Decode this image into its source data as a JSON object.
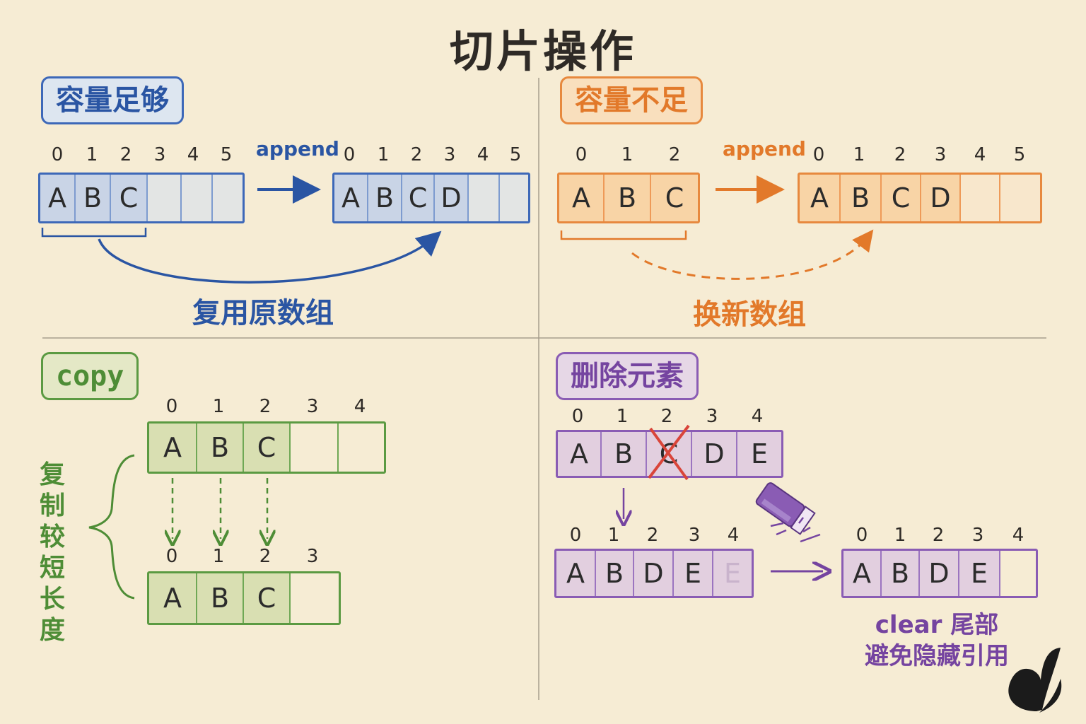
{
  "title": "切片操作",
  "panels": {
    "sufficient": {
      "tag": "容量足够",
      "append_label": "append",
      "before_indices": [
        "0",
        "1",
        "2",
        "3",
        "4",
        "5"
      ],
      "before_cells": [
        "A",
        "B",
        "C",
        "",
        "",
        ""
      ],
      "after_indices": [
        "0",
        "1",
        "2",
        "3",
        "4",
        "5"
      ],
      "after_cells": [
        "A",
        "B",
        "C",
        "D",
        "",
        ""
      ],
      "caption": "复用原数组"
    },
    "insufficient": {
      "tag": "容量不足",
      "append_label": "append",
      "before_indices": [
        "0",
        "1",
        "2"
      ],
      "before_cells": [
        "A",
        "B",
        "C"
      ],
      "after_indices": [
        "0",
        "1",
        "2",
        "3",
        "4",
        "5"
      ],
      "after_cells": [
        "A",
        "B",
        "C",
        "D",
        "",
        ""
      ],
      "caption": "换新数组"
    },
    "copy": {
      "tag": "copy",
      "src_indices": [
        "0",
        "1",
        "2",
        "3",
        "4"
      ],
      "src_cells": [
        "A",
        "B",
        "C",
        "",
        ""
      ],
      "dst_indices": [
        "0",
        "1",
        "2",
        "3"
      ],
      "dst_cells": [
        "A",
        "B",
        "C",
        ""
      ],
      "side_caption": "复制较短长度"
    },
    "delete": {
      "tag": "删除元素",
      "row1_indices": [
        "0",
        "1",
        "2",
        "3",
        "4"
      ],
      "row1_cells": [
        "A",
        "B",
        "C",
        "D",
        "E"
      ],
      "row2_indices": [
        "0",
        "1",
        "2",
        "3",
        "4"
      ],
      "row2_cells": [
        "A",
        "B",
        "D",
        "E",
        "E"
      ],
      "row3_indices": [
        "0",
        "1",
        "2",
        "3",
        "4"
      ],
      "row3_cells": [
        "A",
        "B",
        "D",
        "E",
        ""
      ],
      "note_line1": "clear 尾部",
      "note_line2": "避免隐藏引用"
    }
  },
  "colors": {
    "blue": "#2a55a3",
    "orange": "#e2792a",
    "green": "#4e8d36",
    "purple": "#7544a0",
    "background": "#f6ecd4"
  },
  "icons": [
    "eraser-icon",
    "cross-mark-icon",
    "butterfly-logo-icon"
  ]
}
